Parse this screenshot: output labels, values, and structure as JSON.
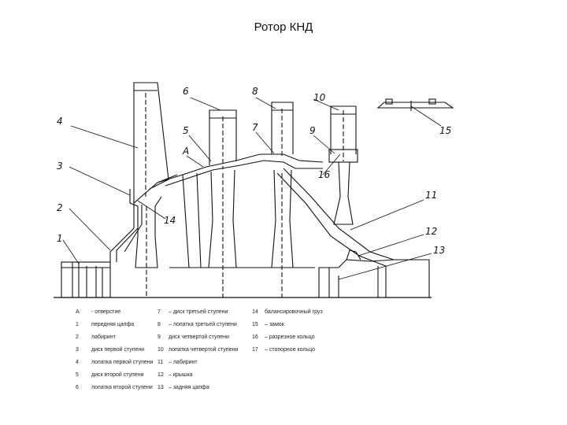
{
  "title": "Ротор КНД",
  "callouts": [
    "1",
    "2",
    "3",
    "4",
    "5",
    "6",
    "7",
    "8",
    "9",
    "10",
    "11",
    "12",
    "13",
    "14",
    "15",
    "16",
    "A"
  ],
  "legend": {
    "col1": [
      {
        "key": "А",
        "text": "- отверстие"
      },
      {
        "key": "1",
        "text": "передняя цапфа"
      },
      {
        "key": "2",
        "text": "лабиринт"
      },
      {
        "key": "3",
        "text": "диск первой ступени"
      },
      {
        "key": "4",
        "text": "лопатка первой ступени"
      },
      {
        "key": "5",
        "text": "диск второй ступени"
      },
      {
        "key": "6",
        "text": "лопатка второй ступени"
      }
    ],
    "col2": [
      {
        "key": "7",
        "text": "– диск третьей ступени"
      },
      {
        "key": "8",
        "text": "– лопатка третьей ступени"
      },
      {
        "key": "9",
        "text": "диск четвертой ступени"
      },
      {
        "key": "10",
        "text": "лопатка четвертой ступени"
      },
      {
        "key": "11",
        "text": "– лабиринт"
      },
      {
        "key": "12",
        "text": "– крышка"
      },
      {
        "key": "13",
        "text": "– задняя цапфа"
      }
    ],
    "col3": [
      {
        "key": "14",
        "text": "балансировочный груз"
      },
      {
        "key": "15",
        "text": "– замок"
      },
      {
        "key": "16",
        "text": "– разрезное кольцо"
      },
      {
        "key": "17",
        "text": "– стопорное кольцо"
      }
    ]
  }
}
